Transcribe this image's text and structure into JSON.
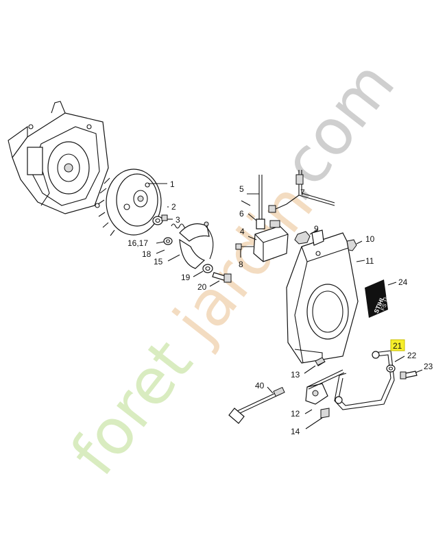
{
  "watermark": {
    "part1": "foret",
    "part2": "jardin",
    "part3": ".com",
    "color_green": "#d9ecc0",
    "color_orange": "#f3dcc1",
    "color_gray": "#cfcfcf"
  },
  "highlight_color": "#f6ee2a",
  "cover_label": {
    "brand": "STIHL",
    "model": "FS 106"
  },
  "callouts": {
    "c1": "1",
    "c2": "2",
    "c3": "3",
    "c4": "4",
    "c5": "5",
    "c6": "6",
    "c7": "7",
    "c8": "8",
    "c9": "9",
    "c10": "10",
    "c11": "11",
    "c12": "12",
    "c13": "13",
    "c14": "14",
    "c1617": "16,17",
    "c18": "18",
    "c15": "15",
    "c19": "19",
    "c20": "20",
    "c21": "21",
    "c22": "22",
    "c23": "23",
    "c24": "24",
    "c40": "40"
  }
}
